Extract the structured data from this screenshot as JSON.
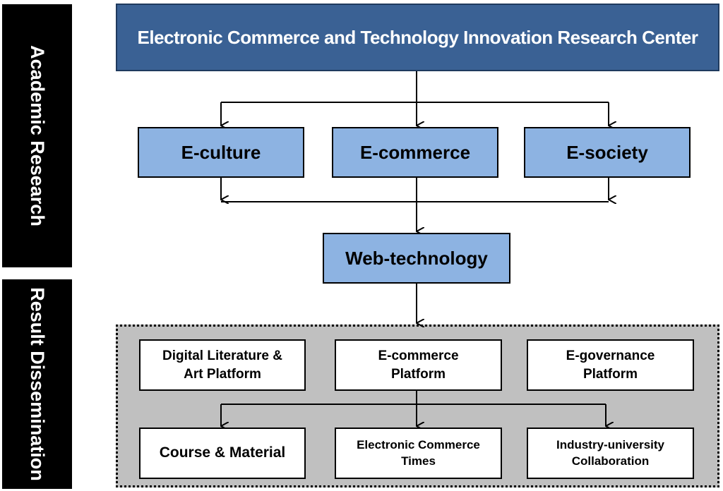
{
  "side_labels": {
    "academic_research": "Academic Research",
    "result_dissemination": "Result Dissemination"
  },
  "center": {
    "title": "Electronic Commerce and Technology Innovation Research Center"
  },
  "research_areas": {
    "e_culture": "E-culture",
    "e_commerce": "E-commerce",
    "e_society": "E-society"
  },
  "web_technology": "Web-technology",
  "dissemination": {
    "digital_literature_platform": "Digital Literature & Art Platform",
    "e_commerce_platform": "E-commerce Platform",
    "e_governance_platform": "E-governance Platform",
    "course_material": "Course & Material",
    "electronic_commerce_times": "Electronic Commerce Times",
    "industry_university_collaboration": "Industry-university Collaboration"
  },
  "colors": {
    "title_fill": "#3a6194",
    "area_fill": "#8db3e2",
    "dissemination_fill": "#c0c0c0",
    "label_fill": "#000000"
  }
}
